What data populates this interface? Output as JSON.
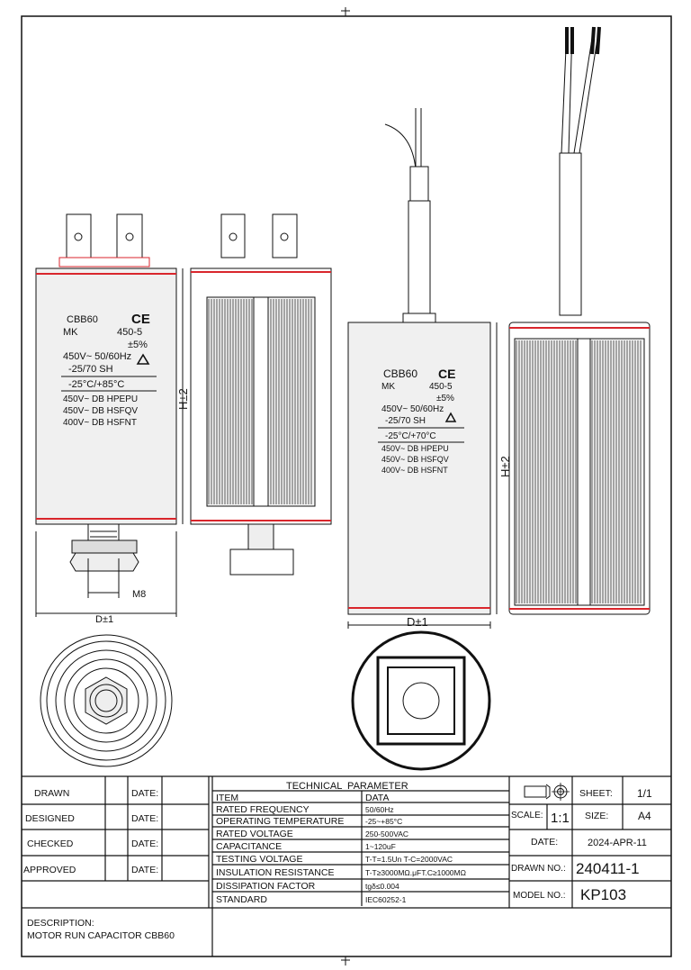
{
  "left_label": {
    "series": "CBB60",
    "mark": "CE",
    "type": "MK",
    "rating": "450-5",
    "tolerance": "±5%",
    "voltage": "450V~ 50/60Hz",
    "class": "-25/70 SH",
    "temp": "-25°C/+85°C",
    "lines": [
      "450V~ DB HPEPU",
      "450V~ DB HSFQV",
      "400V~ DB HSFNT"
    ]
  },
  "right_label": {
    "series": "CBB60",
    "mark": "CE",
    "type": "MK",
    "rating": "450-5",
    "tolerance": "±5%",
    "voltage": "450V~ 50/60Hz",
    "class": "-25/70 SH",
    "temp": "-25°C/+70°C",
    "lines": [
      "450V~ DB HPEPU",
      "450V~ DB HSFQV",
      "400V~ DB HSFNT"
    ]
  },
  "dimensions": {
    "height": "H±2",
    "diameter": "D±1",
    "thread": "M8"
  },
  "signoff": {
    "rows": [
      "DRAWN",
      "DESIGNED",
      "CHECKED",
      "APPROVED"
    ],
    "date_label": "DATE:",
    "description_label": "DESCRIPTION:",
    "description": "MOTOR RUN CAPACITOR CBB60"
  },
  "tech": {
    "title": "TECHNICAL  PARAMETER",
    "col_item": "ITEM",
    "col_data": "DATA",
    "rows": [
      {
        "item": "RATED FREQUENCY",
        "data": "50/60Hz"
      },
      {
        "item": "OPERATING TEMPERATURE",
        "data": "-25~+85°C"
      },
      {
        "item": "RATED VOLTAGE",
        "data": "250-500VAC"
      },
      {
        "item": "CAPACITANCE",
        "data": "1~120uF"
      },
      {
        "item": "TESTING VOLTAGE",
        "data": "T-T=1.5Un T-C=2000VAC"
      },
      {
        "item": "INSULATION RESISTANCE",
        "data": "T-T≥3000MΩ.μFT.C≥1000MΩ"
      },
      {
        "item": "DISSIPATION FACTOR",
        "data": "tgδ≤0.004"
      },
      {
        "item": "STANDARD",
        "data": "IEC60252-1"
      }
    ]
  },
  "info": {
    "sheet_label": "SHEET:",
    "sheet": "1/1",
    "scale_label": "SCALE:",
    "scale": "1:1",
    "size_label": "SIZE:",
    "size": "A4",
    "date_label": "DATE:",
    "date": "2024-APR-11",
    "drawn_no_label": "DRAWN NO.:",
    "drawn_no": "240411-1",
    "model_no_label": "MODEL NO.:",
    "model_no": "KP103"
  },
  "colors": {
    "accent": "#d9262c",
    "line": "#111111",
    "body": "#f0f0f0"
  }
}
